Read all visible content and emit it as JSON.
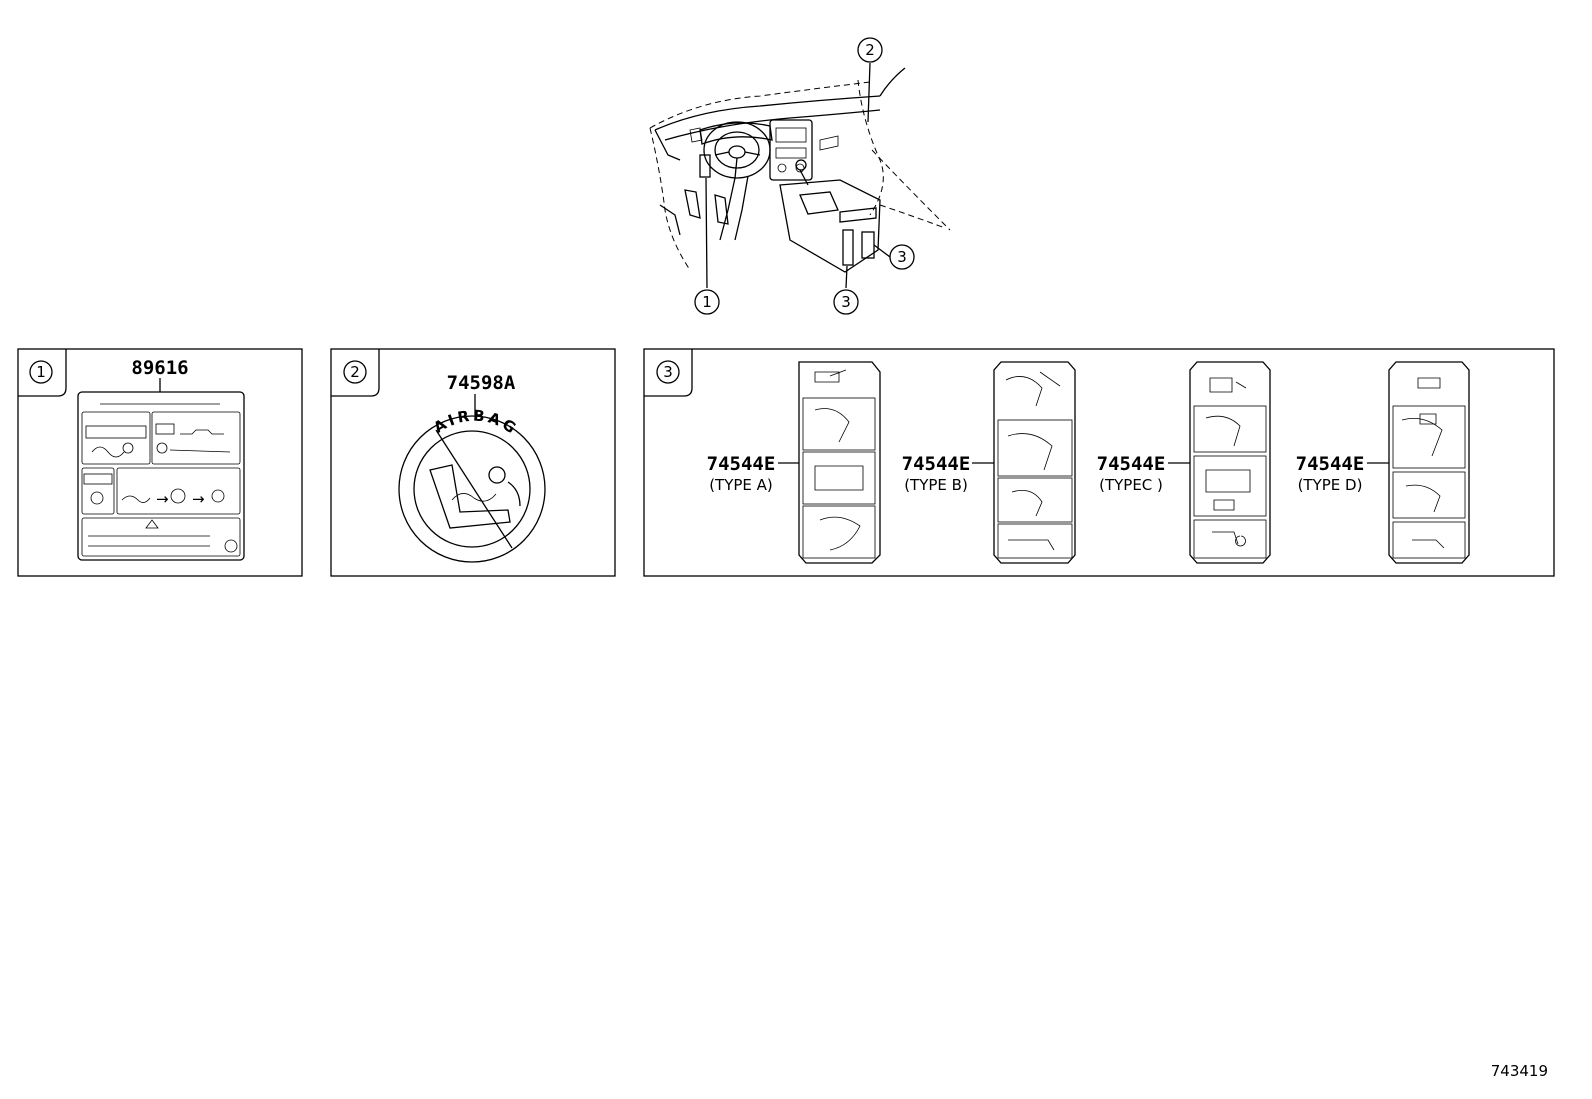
{
  "callouts": {
    "c1": "1",
    "c2": "2",
    "c3": "3"
  },
  "panels": [
    {
      "index": "1",
      "part_number": "89616"
    },
    {
      "index": "2",
      "part_number": "74598A",
      "seal_text": "AIRBAG"
    },
    {
      "index": "3",
      "labels": [
        {
          "part_number": "74544E",
          "type": "(TYPE A)"
        },
        {
          "part_number": "74544E",
          "type": "(TYPE B)"
        },
        {
          "part_number": "74544E",
          "type": "(TYPEC )"
        },
        {
          "part_number": "74544E",
          "type": "(TYPE D)"
        }
      ]
    }
  ],
  "figure_id": "743419"
}
